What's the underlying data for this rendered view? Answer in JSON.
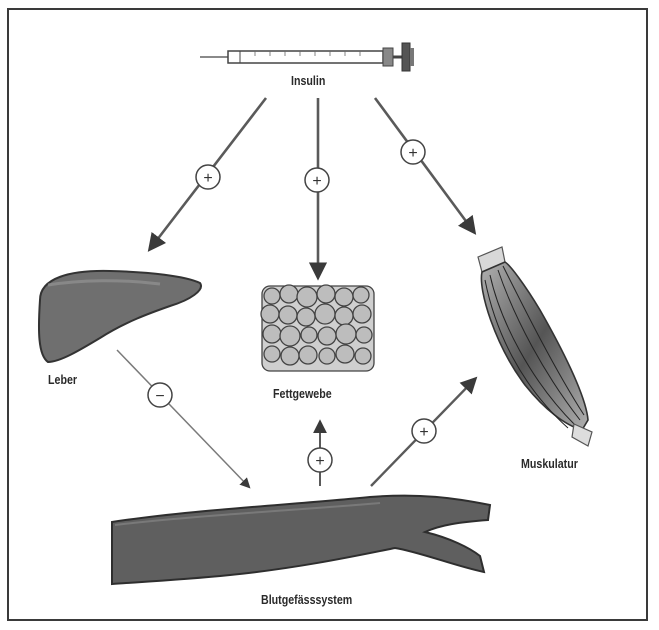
{
  "labels": {
    "insulin": "Insulin",
    "leber": "Leber",
    "fettgewebe": "Fettgewebe",
    "muskulatur": "Muskulatur",
    "blutgefaesssystem": "Blutgefässsystem"
  },
  "signs": {
    "insulin_to_leber": "+",
    "insulin_to_fettgewebe": "+",
    "insulin_to_muskulatur": "+",
    "leber_to_blut": "−",
    "blut_to_fettgewebe": "+",
    "blut_to_muskulatur": "+"
  },
  "icons": [
    "syringe-icon",
    "liver-icon",
    "fat-tissue-icon",
    "muscle-icon",
    "blood-vessel-icon"
  ],
  "colors": {
    "ink": "#3a3a3a",
    "organ": "#6f6f6f",
    "vessel": "#555555"
  }
}
